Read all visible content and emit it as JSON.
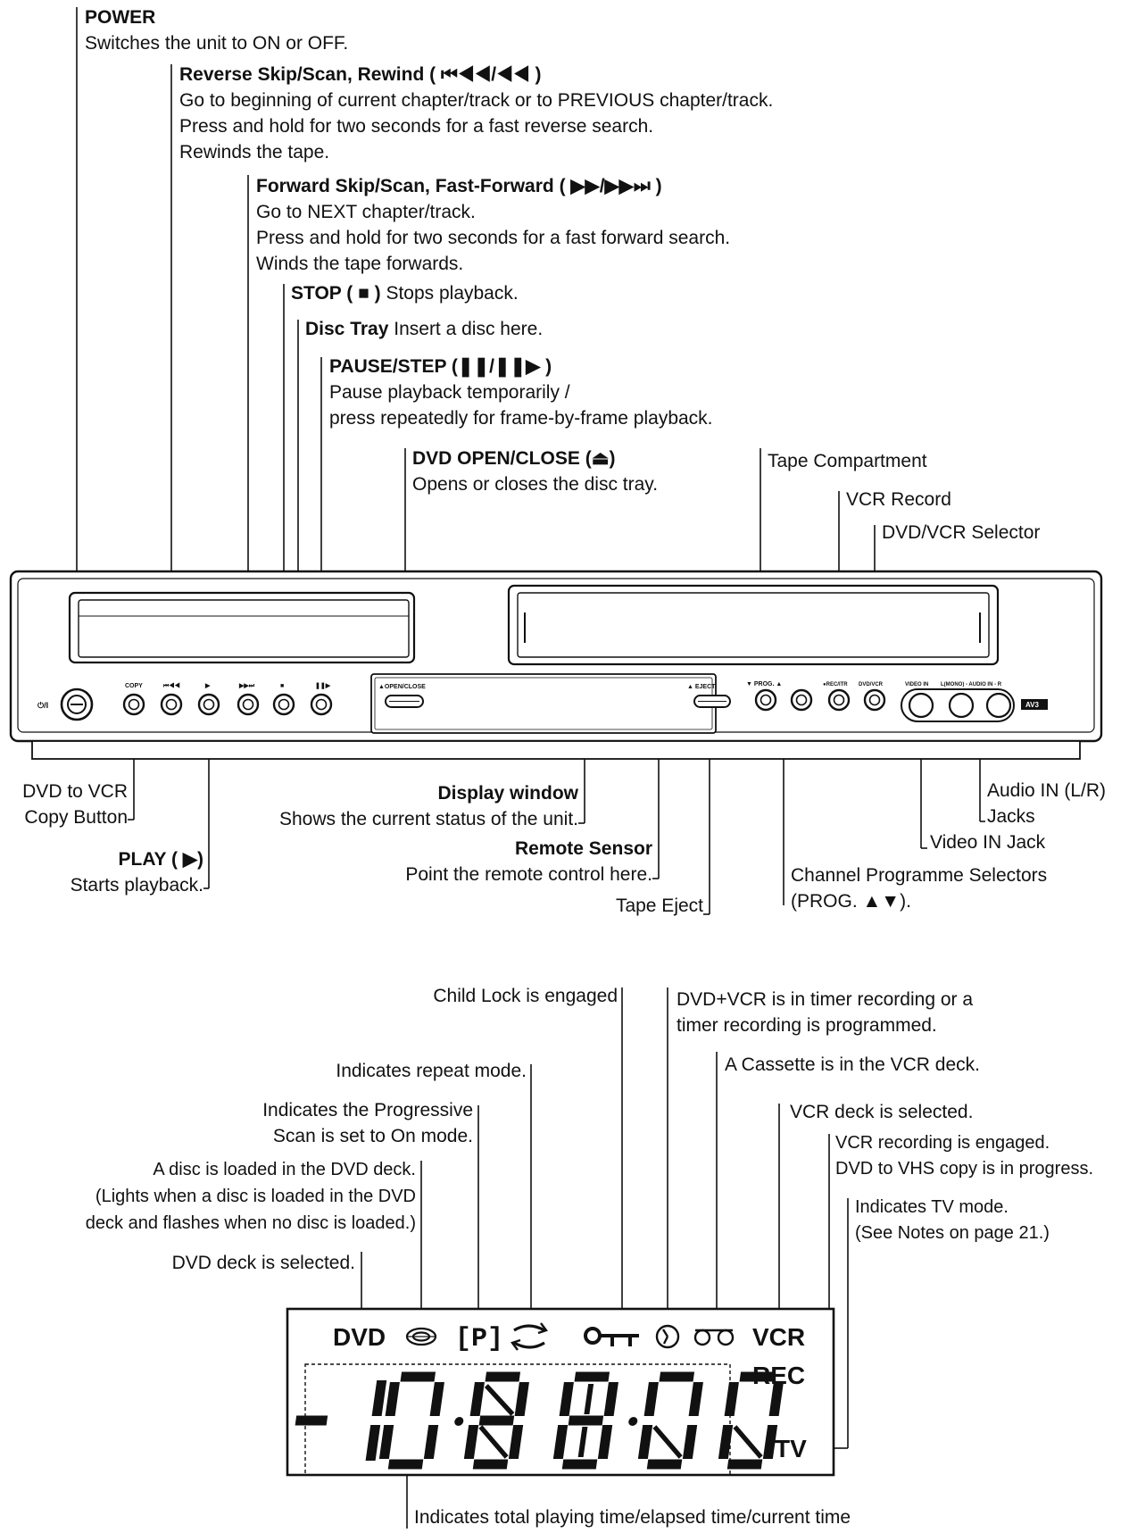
{
  "top_labels": {
    "power": {
      "title": "POWER",
      "desc": [
        "Switches the unit to ON or OFF."
      ]
    },
    "reverse": {
      "title": "Reverse Skip/Scan, Rewind ( ⏮◀◀/◀◀ )",
      "desc": [
        "Go to beginning of current chapter/track or to PREVIOUS chapter/track.",
        "Press and hold for two seconds for a fast reverse search.",
        "Rewinds the tape."
      ]
    },
    "forward": {
      "title": "Forward Skip/Scan, Fast-Forward ( ▶▶/▶▶⏭ )",
      "desc": [
        "Go to NEXT chapter/track.",
        "Press and hold for two seconds for a fast forward search.",
        "Winds the tape forwards."
      ]
    },
    "stop": {
      "title": "STOP ( ■ )",
      "desc": "Stops playback."
    },
    "disc_tray": {
      "title": "Disc Tray",
      "desc": "Insert a disc here."
    },
    "pause": {
      "title": "PAUSE/STEP (❚❚/❚❚▶ )",
      "desc": [
        "Pause playback temporarily /",
        "press  repeatedly for frame-by-frame playback."
      ]
    },
    "open_close": {
      "title": "DVD OPEN/CLOSE (⏏)",
      "desc": [
        "Opens or closes the disc tray."
      ]
    },
    "tape_compartment": "Tape Compartment",
    "vcr_record": "VCR Record",
    "dvd_vcr_selector": "DVD/VCR Selector"
  },
  "panel": {
    "power_mark": "⏻/I",
    "copy": "COPY",
    "rew": "⏮◀◀",
    "play": "▶",
    "ff": "▶▶⏭",
    "stop": "■",
    "pause": "❚❚▶",
    "open_close": "▲OPEN/CLOSE",
    "eject": "▲ EJECT",
    "prog": "▼ PROG. ▲",
    "rec": "●REC/ITR",
    "dvdvcr": "DVD/VCR",
    "video_in": "VIDEO IN",
    "audio_in": "L(MONO) - AUDIO IN - R",
    "av3": "AV3"
  },
  "bottom_labels": {
    "copy_btn": [
      "DVD to VCR",
      "Copy Button"
    ],
    "play": {
      "title": "PLAY ( ▶)",
      "desc": "Starts playback."
    },
    "display": {
      "title": "Display window",
      "desc": "Shows the current status of the unit."
    },
    "remote": {
      "title": "Remote Sensor",
      "desc": "Point the remote control here."
    },
    "tape_eject": "Tape Eject",
    "audio_in": [
      "Audio IN (L/R)",
      "Jacks"
    ],
    "video_in": "Video IN Jack",
    "channel": [
      "Channel Programme Selectors",
      "(PROG. ▲▼)."
    ]
  },
  "display_labels": {
    "child_lock": "Child Lock is engaged",
    "timer": [
      "DVD+VCR is in timer recording or a",
      "timer recording is programmed."
    ],
    "repeat": "Indicates repeat mode.",
    "cassette": "A Cassette is in the VCR deck.",
    "progressive": [
      "Indicates the Progressive",
      "Scan is set to On mode."
    ],
    "vcr_selected": "VCR deck is selected.",
    "vcr_rec": [
      "VCR recording is engaged.",
      "DVD to VHS copy is in progress."
    ],
    "disc_loaded": [
      "A disc is loaded in the DVD deck.",
      "(Lights when a disc is loaded in the DVD",
      "deck and flashes when no disc is loaded.)"
    ],
    "tv_mode": [
      "Indicates TV mode.",
      "(See Notes on page 21.)"
    ],
    "dvd_selected": "DVD deck is selected.",
    "time": "Indicates total playing time/elapsed time/current time"
  },
  "display_window": {
    "dvd": "DVD",
    "progressive": "[P]",
    "vcr": "VCR",
    "rec": "REC",
    "tv": "TV"
  }
}
